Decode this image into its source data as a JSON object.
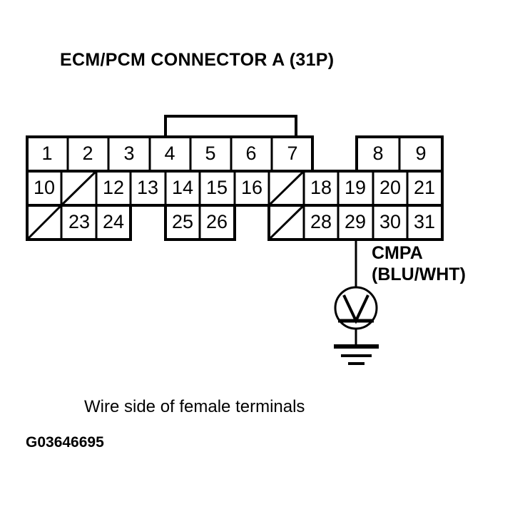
{
  "title": "ECM/PCM CONNECTOR A (31P)",
  "caption": "Wire side of female terminals",
  "figure_id": "G03646695",
  "wire": {
    "signal_label": "CMPA",
    "color_label": "(BLU/WHT)",
    "from_terminal": "29",
    "meter_symbol": "V",
    "meter_type": "voltmeter",
    "ground_symbol": "earth-ground"
  },
  "connector": {
    "name": "ECM/PCM CONNECTOR A",
    "pin_count": "31P",
    "rows": [
      {
        "row": 1,
        "cells": [
          {
            "label": "1",
            "state": "numbered"
          },
          {
            "label": "2",
            "state": "numbered"
          },
          {
            "label": "3",
            "state": "numbered"
          },
          {
            "label": "4",
            "state": "numbered"
          },
          {
            "label": "5",
            "state": "numbered"
          },
          {
            "label": "6",
            "state": "numbered"
          },
          {
            "label": "7",
            "state": "numbered"
          },
          {
            "label": "",
            "state": "absent"
          },
          {
            "label": "",
            "state": "absent"
          },
          {
            "label": "8",
            "state": "numbered"
          },
          {
            "label": "9",
            "state": "numbered"
          }
        ]
      },
      {
        "row": 2,
        "cells": [
          {
            "label": "10",
            "state": "numbered"
          },
          {
            "label": "",
            "state": "blocked"
          },
          {
            "label": "12",
            "state": "numbered"
          },
          {
            "label": "13",
            "state": "numbered"
          },
          {
            "label": "14",
            "state": "numbered"
          },
          {
            "label": "15",
            "state": "numbered"
          },
          {
            "label": "16",
            "state": "numbered"
          },
          {
            "label": "",
            "state": "blocked"
          },
          {
            "label": "18",
            "state": "numbered"
          },
          {
            "label": "19",
            "state": "numbered"
          },
          {
            "label": "20",
            "state": "numbered"
          },
          {
            "label": "21",
            "state": "numbered"
          }
        ]
      },
      {
        "row": 3,
        "cells": [
          {
            "label": "",
            "state": "blocked"
          },
          {
            "label": "23",
            "state": "numbered"
          },
          {
            "label": "24",
            "state": "numbered"
          },
          {
            "label": "",
            "state": "absent"
          },
          {
            "label": "25",
            "state": "numbered"
          },
          {
            "label": "26",
            "state": "numbered"
          },
          {
            "label": "",
            "state": "absent"
          },
          {
            "label": "",
            "state": "blocked"
          },
          {
            "label": "28",
            "state": "numbered"
          },
          {
            "label": "29",
            "state": "numbered"
          },
          {
            "label": "30",
            "state": "numbered"
          },
          {
            "label": "31",
            "state": "numbered"
          }
        ]
      }
    ]
  },
  "colors": {
    "ink": "#000000",
    "background": "#ffffff"
  }
}
